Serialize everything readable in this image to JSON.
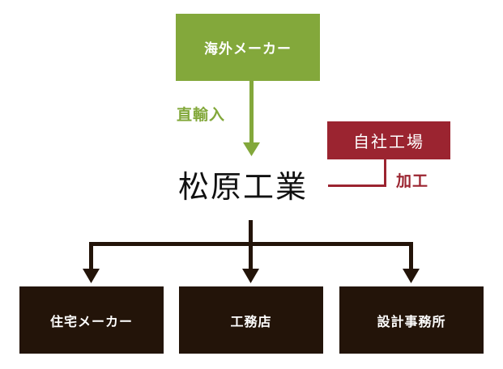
{
  "diagram": {
    "source": {
      "label": "海外メーカー",
      "color": "#83a83b"
    },
    "import_edge": {
      "label": "直輸入",
      "color": "#83a83b"
    },
    "company": {
      "label": "松原工業"
    },
    "factory": {
      "label": "自社工場",
      "color": "#9b2430"
    },
    "process_edge": {
      "label": "加工",
      "color": "#9b2430"
    },
    "customers": [
      {
        "label": "住宅メーカー"
      },
      {
        "label": "工務店"
      },
      {
        "label": "設計事務所"
      }
    ],
    "customer_color": "#231409"
  }
}
